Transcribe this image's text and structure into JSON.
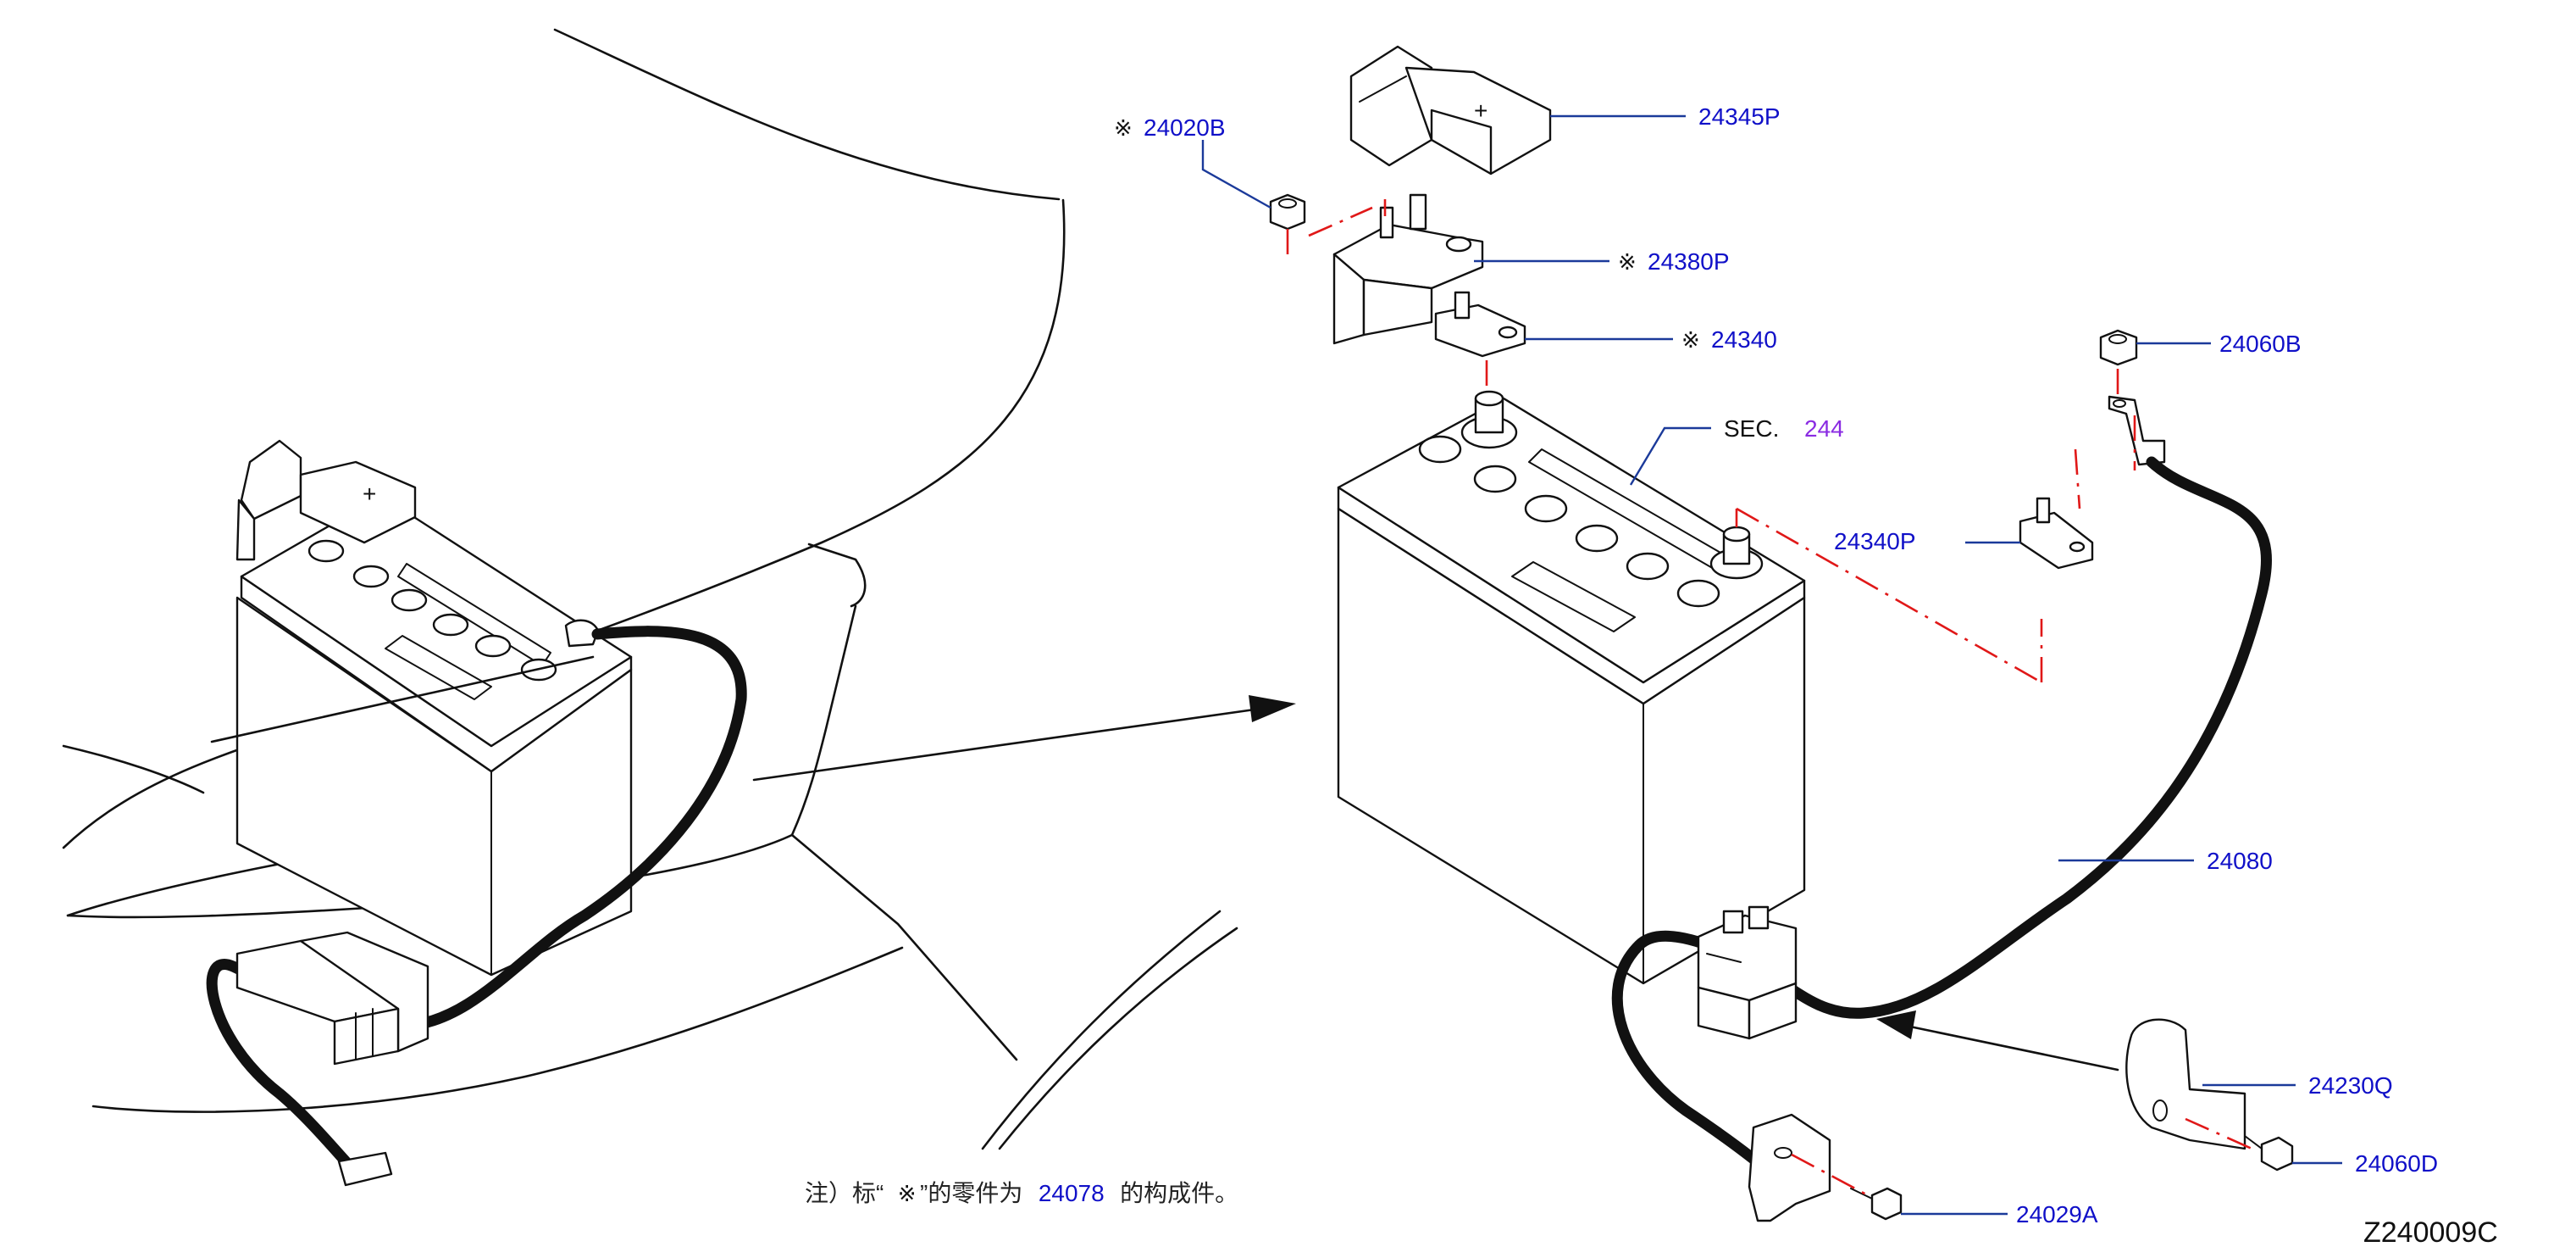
{
  "callouts": [
    {
      "id": "24020B",
      "mark": "※",
      "text": "24020B"
    },
    {
      "id": "24345P",
      "mark": "",
      "text": "24345P"
    },
    {
      "id": "24380P",
      "mark": "※",
      "text": "24380P"
    },
    {
      "id": "24340",
      "mark": "※",
      "text": "24340"
    },
    {
      "id": "24060B",
      "mark": "",
      "text": "24060B"
    },
    {
      "id": "24340P",
      "mark": "",
      "text": "24340P"
    },
    {
      "id": "24080",
      "mark": "",
      "text": "24080"
    },
    {
      "id": "24230Q",
      "mark": "",
      "text": "24230Q"
    },
    {
      "id": "24060D",
      "mark": "",
      "text": "24060D"
    },
    {
      "id": "24029A",
      "mark": "",
      "text": "24029A"
    }
  ],
  "section_ref": {
    "prefix": "SEC.",
    "number": "244"
  },
  "note": {
    "pre": "注）标“",
    "mark": "※",
    "mid": "”的零件为",
    "part": "24078",
    "post": "的构成件。"
  },
  "figure_code": "Z240009C",
  "terminal_symbol": "+",
  "colors": {
    "label_blue": "#1010c8",
    "leader_blue": "#1b3a9a",
    "dash_red": "#e01818",
    "section_purple": "#8a2be2"
  }
}
